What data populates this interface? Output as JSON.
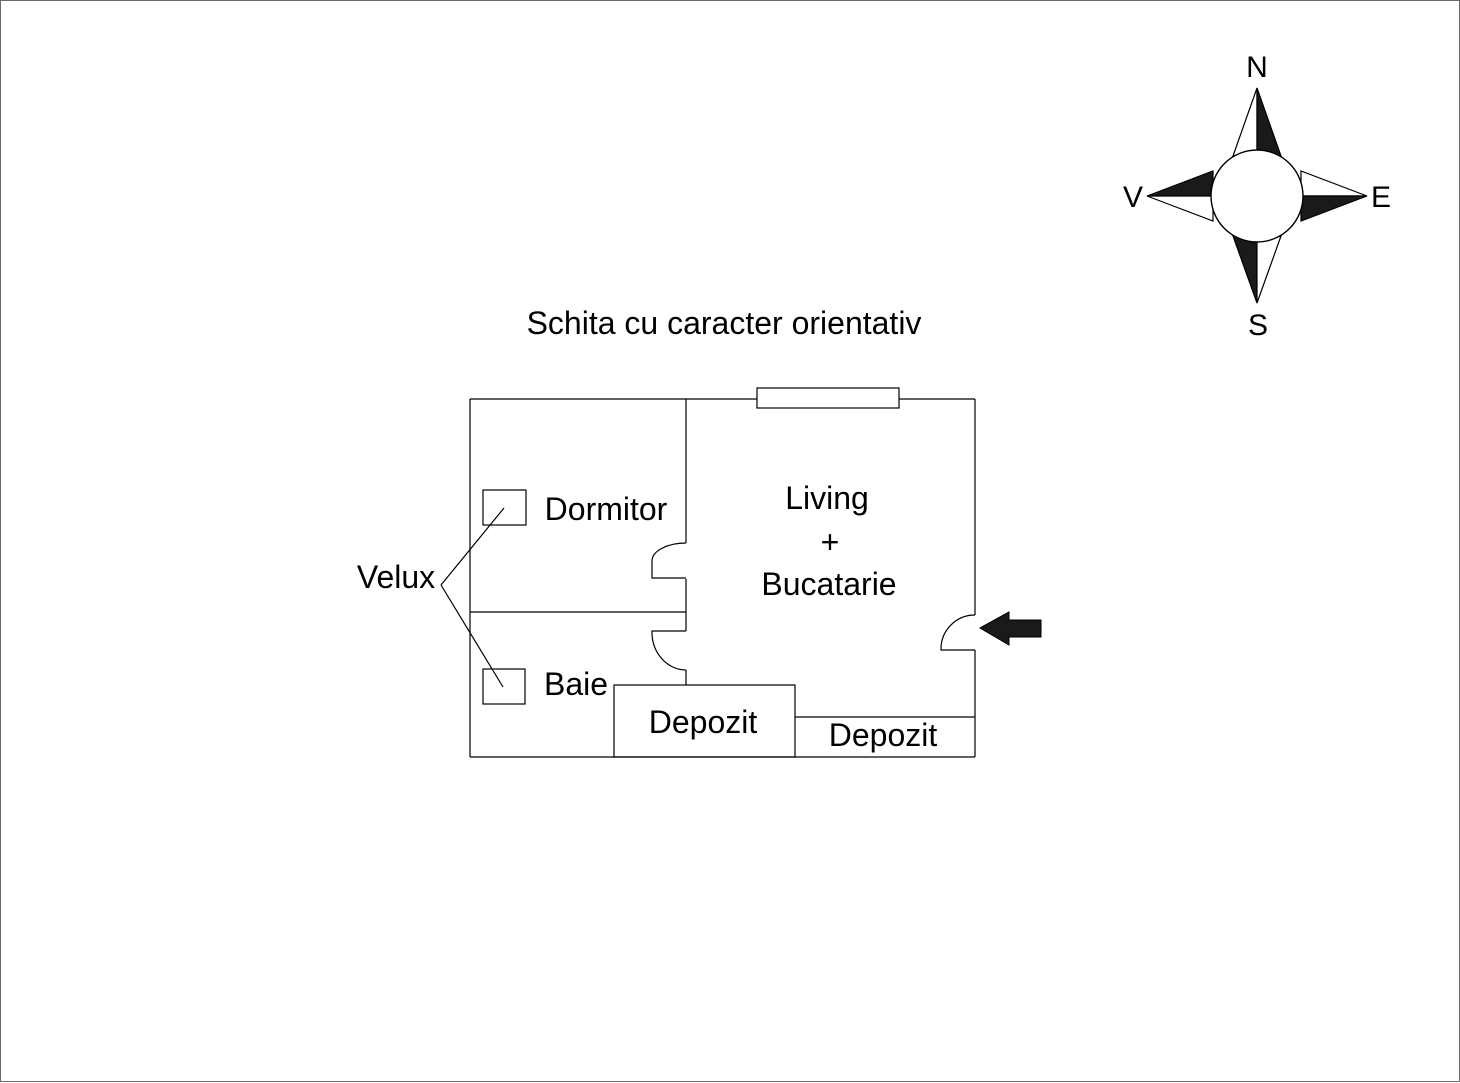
{
  "title": "Schita cu caracter orientativ",
  "compass": {
    "north": "N",
    "south": "S",
    "east": "E",
    "west": "V"
  },
  "rooms": {
    "bedroom": "Dormitor",
    "living_line1": "Living",
    "living_line2": "+",
    "living_line3": "Bucatarie",
    "bathroom": "Baie",
    "storage1": "Depozit",
    "storage2": "Depozit"
  },
  "skylight_label": "Velux",
  "colors": {
    "line": "#000000",
    "fill_dark": "#1a1a1a",
    "border": "#6b6b6b"
  }
}
